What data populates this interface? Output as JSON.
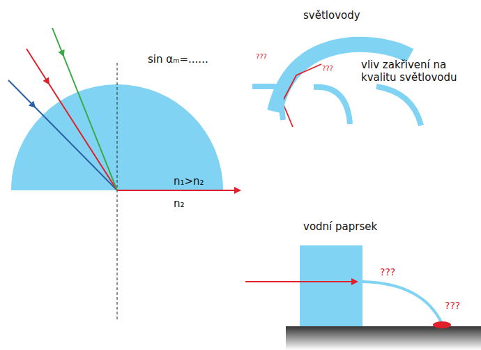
{
  "diagram": {
    "labels": [
      "sin αₘ=......",
      "n₁>n₂",
      "n₂",
      "světlovody",
      "???",
      "???",
      "vliv zakřivení na kvalitu světlovodu",
      "vodní paprsek",
      "???",
      "???"
    ]
  }
}
